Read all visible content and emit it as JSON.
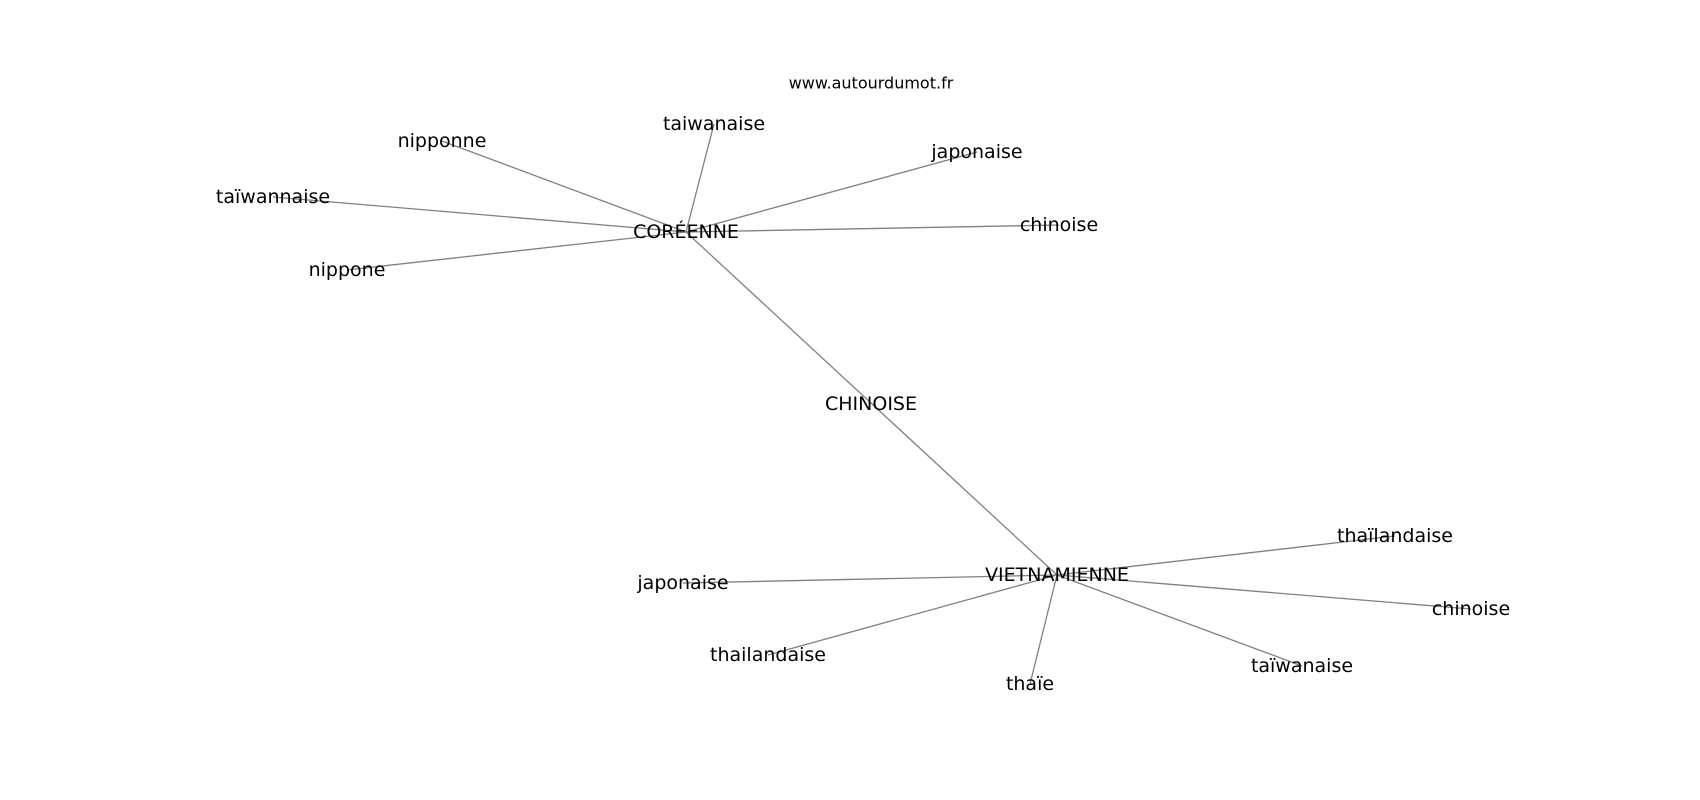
{
  "watermark": "www.autourdumot.fr",
  "graph": {
    "nodes": [
      {
        "id": "chinoise_center",
        "label": "CHINOISE"
      },
      {
        "id": "coreenne",
        "label": "CORÉENNE"
      },
      {
        "id": "vietnamienne",
        "label": "VIETNAMIENNE"
      },
      {
        "id": "nipponne",
        "label": "nipponne"
      },
      {
        "id": "taiwanaise_c",
        "label": "taiwanaise"
      },
      {
        "id": "japonaise_c",
        "label": "japonaise"
      },
      {
        "id": "taiwannaise",
        "label": "taïwannaise"
      },
      {
        "id": "chinoise_c",
        "label": "chinoise"
      },
      {
        "id": "nippone",
        "label": "nippone"
      },
      {
        "id": "thailandaise_v",
        "label": "thaïlandaise"
      },
      {
        "id": "japonaise_v",
        "label": "japonaise"
      },
      {
        "id": "chinoise_v",
        "label": "chinoise"
      },
      {
        "id": "thailandaise_plain",
        "label": "thailandaise"
      },
      {
        "id": "taiwanaise_v",
        "label": "taïwanaise"
      },
      {
        "id": "thaie",
        "label": "thaïe"
      }
    ],
    "edges": [
      [
        "coreenne",
        "vietnamienne"
      ],
      [
        "coreenne",
        "nipponne"
      ],
      [
        "coreenne",
        "taiwanaise_c"
      ],
      [
        "coreenne",
        "japonaise_c"
      ],
      [
        "coreenne",
        "taiwannaise"
      ],
      [
        "coreenne",
        "chinoise_c"
      ],
      [
        "coreenne",
        "nippone"
      ],
      [
        "vietnamienne",
        "thailandaise_v"
      ],
      [
        "vietnamienne",
        "japonaise_v"
      ],
      [
        "vietnamienne",
        "chinoise_v"
      ],
      [
        "vietnamienne",
        "thailandaise_plain"
      ],
      [
        "vietnamienne",
        "taiwanaise_v"
      ],
      [
        "vietnamienne",
        "thaie"
      ]
    ]
  }
}
